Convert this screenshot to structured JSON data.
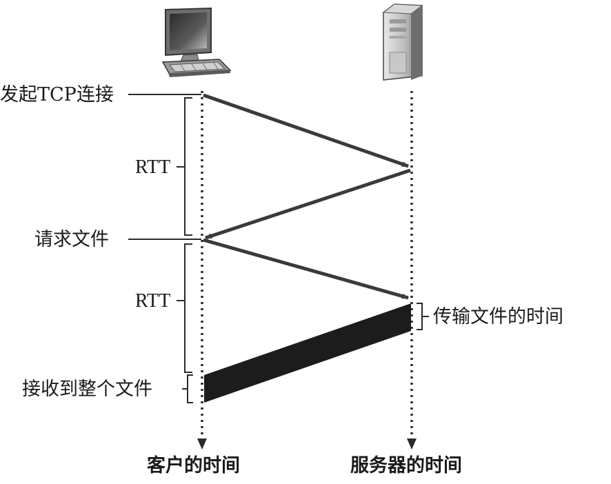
{
  "diagram": {
    "client_icon": "desktop-computer-icon",
    "server_icon": "server-tower-icon",
    "labels": {
      "initiate_tcp": "发起TCP连接",
      "rtt_1": "RTT",
      "request_file": "请求文件",
      "rtt_2": "RTT",
      "transmit_time": "传输文件的时间",
      "receive_file": "接收到整个文件",
      "client_time": "客户的时间",
      "server_time": "服务器的时间"
    },
    "colors": {
      "ink": "#1a1a1a",
      "arrow": "#3a3a3a",
      "file_band": "#1c1c1c"
    }
  }
}
